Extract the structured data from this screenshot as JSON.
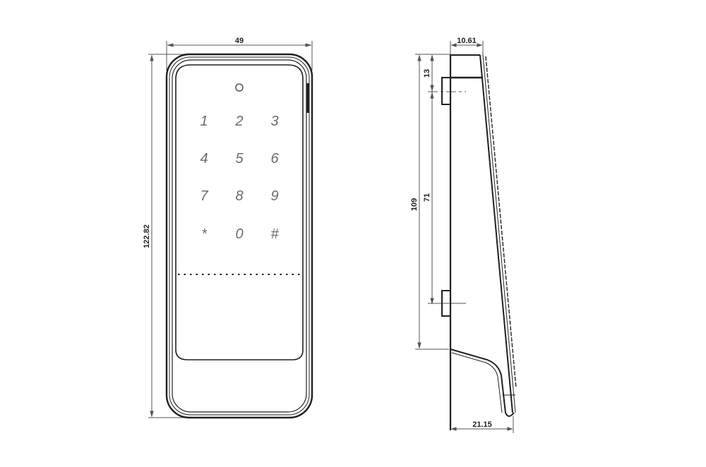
{
  "drawing": {
    "subject": "Electronic keypad cabinet lock - front and side view",
    "colors": {
      "line": "#231f20",
      "dim_line": "#555555",
      "key_glyph": "#6d6a6a",
      "background": "#ffffff"
    }
  },
  "front_view": {
    "dimensions": {
      "width": "49",
      "height": "122.82"
    },
    "keypad": {
      "keys": [
        {
          "label": "1"
        },
        {
          "label": "2"
        },
        {
          "label": "3"
        },
        {
          "label": "4"
        },
        {
          "label": "5"
        },
        {
          "label": "6"
        },
        {
          "label": "7"
        },
        {
          "label": "8"
        },
        {
          "label": "9"
        },
        {
          "label": "*"
        },
        {
          "label": "0"
        },
        {
          "label": "#"
        }
      ]
    },
    "indicator": "led-indicator-circle"
  },
  "side_view": {
    "dimensions": {
      "top_thickness": "10.61",
      "top_offset": "13",
      "overall_height": "109",
      "mount_spacing": "71",
      "bottom_depth": "21.15"
    }
  }
}
